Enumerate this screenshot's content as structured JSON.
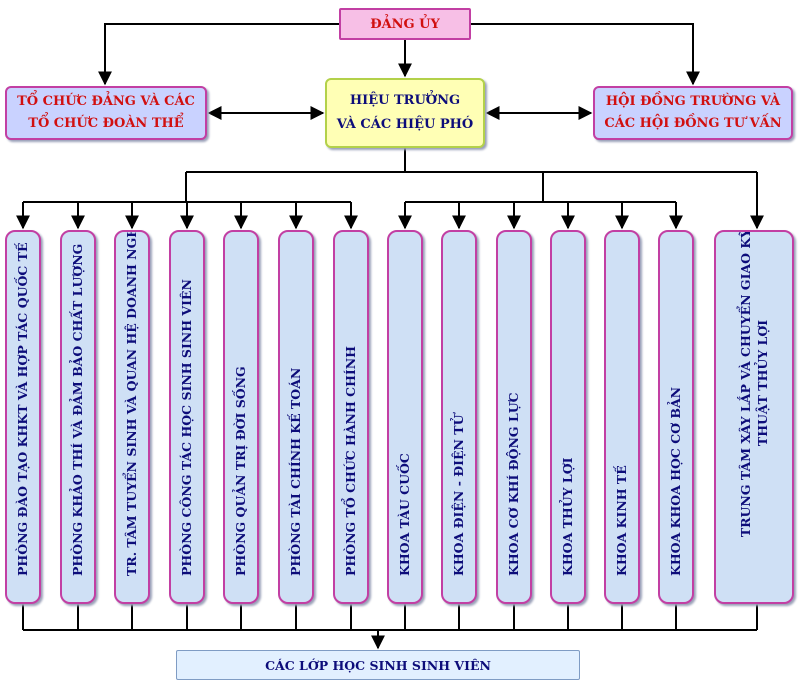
{
  "top": {
    "label": "ĐẢNG ỦY"
  },
  "left_box": {
    "line1": "TỔ CHỨC ĐẢNG VÀ CÁC",
    "line2": "TỔ CHỨC ĐOÀN THỂ"
  },
  "center_box": {
    "line1": "HIỆU TRƯỞNG",
    "line2": "VÀ CÁC HIỆU PHÓ"
  },
  "right_box": {
    "line1": "HỘI ĐỒNG TRƯỜNG VÀ",
    "line2": "CÁC HỘI ĐỒNG TƯ VẤN"
  },
  "units": [
    {
      "label": "PHÒNG ĐÀO TẠO KHKT VÀ HỢP TÁC QUỐC TẾ"
    },
    {
      "label": "PHÒNG KHẢO THÍ VÀ ĐẢM BẢO CHẤT LƯỢNG"
    },
    {
      "label": "TR. TÂM TUYỂN SINH VÀ QUAN HỆ DOANH NGHIỆP"
    },
    {
      "label": "PHÒNG CÔNG TÁC HỌC SINH SINH VIÊN"
    },
    {
      "label": "PHÒNG QUẢN TRỊ ĐỜI SỐNG"
    },
    {
      "label": "PHÒNG TÀI CHÍNH KẾ TOÁN"
    },
    {
      "label": "PHÒNG TỔ CHỨC HÀNH CHÍNH"
    },
    {
      "label": "KHOA TÀU CUỐC"
    },
    {
      "label": "KHOA ĐIỆN - ĐIỆN TỬ"
    },
    {
      "label": "KHOA CƠ KHÍ ĐỘNG LỰC"
    },
    {
      "label": "KHOA THỦY LỢI"
    },
    {
      "label": "KHOA KINH TẾ"
    },
    {
      "label": "KHOA KHOA HỌC CƠ BẢN"
    },
    {
      "label": "TRUNG TÂM XÂY LẮP VÀ CHUYỂN GIAO KỸ THUẬT THỦY LỢI"
    }
  ],
  "bottom": {
    "label": "CÁC LỚP HỌC SINH SINH VIÊN"
  }
}
